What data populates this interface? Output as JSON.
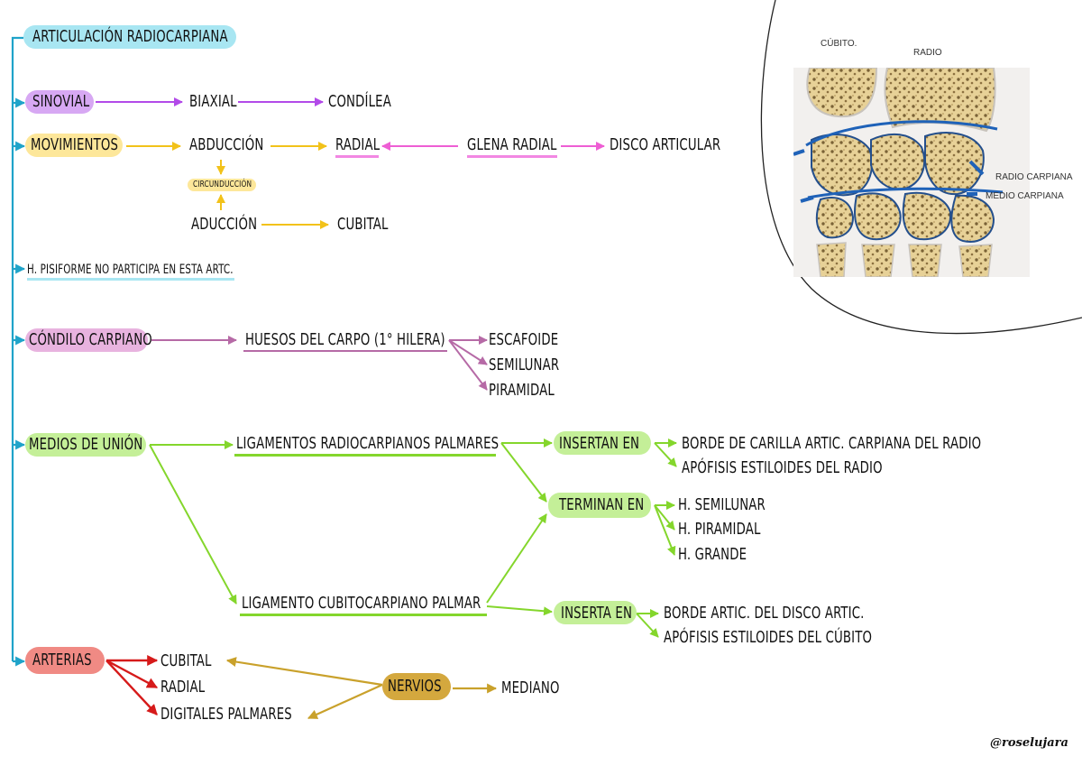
{
  "title": "ARTICULACIÓN RADIOCARPIANA",
  "sinovial": {
    "head": "SINOVIAL",
    "items": [
      "BIAXIAL",
      "CONDÍLEA"
    ]
  },
  "movimientos": {
    "head": "MOVIMIENTOS",
    "abduccion": "ABDUCCIÓN",
    "radial": "RADIAL",
    "glena": "GLENA RADIAL",
    "disco": "DISCO ARTICULAR",
    "circunduccion": "CIRCUNDUCCIÓN",
    "aduccion": "ADUCCIÓN",
    "cubital": "CUBITAL"
  },
  "pisiforme": "H. PISIFORME NO PARTICIPA EN ESTA ARTC.",
  "condilo": {
    "head": "CÓNDILO CARPIANO",
    "huesos": "HUESOS DEL CARPO (1° HILERA)",
    "items": [
      "ESCAFOIDE",
      "SEMILUNAR",
      "PIRAMIDAL"
    ]
  },
  "medios": {
    "head": "MEDIOS DE UNIÓN",
    "lig_radio": "LIGAMENTOS RADIOCARPIANOS PALMARES",
    "lig_cubito": "LIGAMENTO CUBITOCARPIANO PALMAR",
    "insertan": "INSERTAN EN",
    "insertan_items": [
      "BORDE DE CARILLA ARTIC. CARPIANA DEL RADIO",
      "APÓFISIS ESTILOIDES DEL RADIO"
    ],
    "terminan": "TERMINAN EN",
    "terminan_items": [
      "H. SEMILUNAR",
      "H. PIRAMIDAL",
      "H. GRANDE"
    ],
    "inserta": "INSERTA EN",
    "inserta_items": [
      "BORDE ARTIC. DEL DISCO ARTIC.",
      "APÓFISIS ESTILOIDES DEL CÚBITO"
    ]
  },
  "arterias": {
    "head": "ARTERIAS",
    "items": [
      "CUBITAL",
      "RADIAL",
      "DIGITALES PALMARES"
    ]
  },
  "nervios": {
    "head": "NERVIOS",
    "item": "MEDIANO"
  },
  "figure": {
    "labels": {
      "cubito": "CÚBITO.",
      "radio": "RADIO",
      "radio_carpiana": "RADIO CARPIANA",
      "medio_carpiana": "MEDIO CARPIANA"
    }
  },
  "signature": "@roselujara",
  "colors": {
    "cyan": "#a8e6f2",
    "purple": "#d7a8f3",
    "yellow": "#fde79a",
    "pink": "#f287e3",
    "mauve": "#e8b3df",
    "green": "#c4ef98",
    "red": "#f08a84",
    "gold": "#d4a83e",
    "stem": "#2aa6c8"
  }
}
